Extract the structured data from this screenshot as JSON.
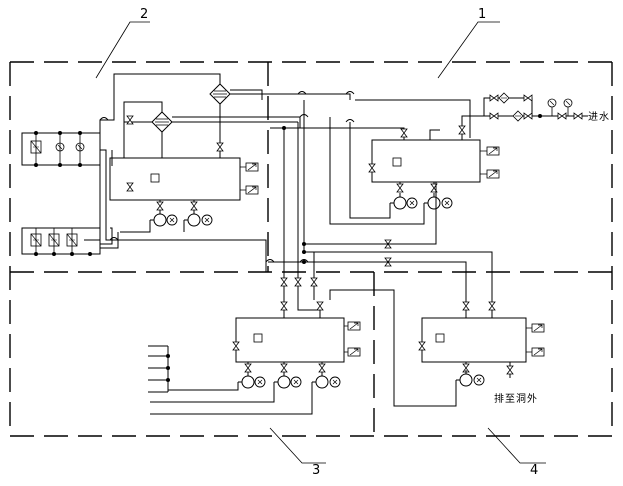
{
  "zone_labels": [
    "1",
    "2",
    "3",
    "4"
  ],
  "text_labels": {
    "water_inlet": "进水",
    "discharge_outside": "排至洞外"
  }
}
